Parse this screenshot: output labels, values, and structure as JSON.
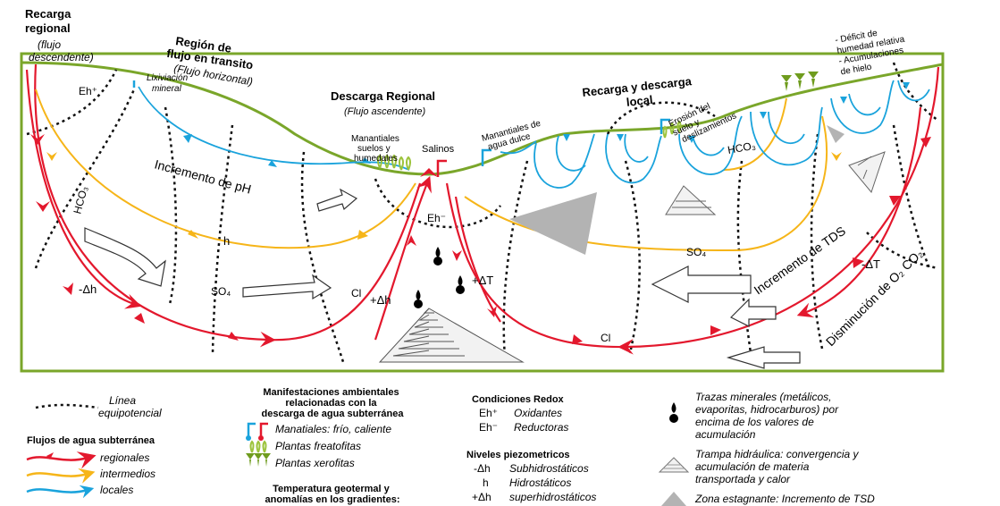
{
  "labels": {
    "recarga_regional": [
      "Recarga",
      "regional"
    ],
    "flujo_descendente": [
      "(flujo",
      "descendente)"
    ],
    "region_transito": [
      "Región de",
      "flujo en transito"
    ],
    "flujo_horizontal": "(Flujo horizontal)",
    "lixiviacion": [
      "Lixiviación",
      "mineral"
    ],
    "descarga_regional": "Descarga Regional",
    "flujo_ascendente": "(Flujo ascendente)",
    "manantiales_suelos": [
      "Manantiales",
      "suelos y",
      "humedales"
    ],
    "salinos": "Salinos",
    "manantiales_agua_dulce": [
      "Manantiales de",
      "agua dulce"
    ],
    "recarga_descarga_local": [
      "Recarga y descarga",
      "local"
    ],
    "erosion": [
      "Erosión del",
      "suelo y",
      "deslizamientos"
    ],
    "deficit": [
      "- Déficit de",
      "humedad relativa",
      "- Acumulaciones",
      "de hielo"
    ],
    "eh_plus": "Eh⁺",
    "eh_minus": "Eh⁻",
    "hco3_left": "HCO₃",
    "hco3_right": "HCO₃",
    "incremento_ph": "Incremento de pH",
    "h": "h",
    "minus_dh": "-Δh",
    "so4_left": "SO₄",
    "so4_right": "SO₄",
    "cl_mid": "Cl",
    "cl_bottom": "Cl",
    "plus_dh": "+Δh",
    "plus_dt": "+ΔT",
    "minus_dt": "-ΔT",
    "incremento_tds": "Incremento de TDS",
    "disminucion": "Disminución de O₂ CO₂"
  },
  "legend": {
    "linea_1": "Línea",
    "linea_2": "equipotencial",
    "flujos_title": "Flujos de agua subterránea",
    "regionales": "regionales",
    "intermedios": "intermedios",
    "locales": "locales",
    "manif_title": [
      "Manifestaciones ambientales",
      "relacionadas con la",
      "descarga de agua subterránea"
    ],
    "manantiales": "Manatiales: frío, caliente",
    "freatofitas": "Plantas freatofitas",
    "xerofitas": "Plantas xerofitas",
    "temp_title": [
      "Temperatura geotermal y",
      "anomalías en los gradientes:"
    ],
    "redox_title": "Condiciones Redox",
    "eh_plus": "Eh⁺",
    "oxidantes": "Oxidantes",
    "eh_minus": "Eh⁻",
    "reductoras": "Reductoras",
    "niveles_title": "Niveles piezometricos",
    "minus_dh": "-Δh",
    "subhidro": "Subhidrostáticos",
    "h": "h",
    "hidro": "Hidrostáticos",
    "plus_dh": "+Δh",
    "superhidro": "superhidrostáticos",
    "trazas": [
      "Trazas minerales (metálicos,",
      "evaporitas, hidrocarburos) por",
      "encima de los valores de",
      "acumulación"
    ],
    "trampa": [
      "Trampa hidráulica: convergencia y",
      "acumulación de materia",
      "transportada y calor"
    ],
    "zona": "Zona estagnante: Incremento de TSD"
  },
  "colors": {
    "regional": "#e3182d",
    "intermediate": "#f6b519",
    "local": "#1aa3dc",
    "ground": "#7aa62a",
    "plant": "#9cc33b",
    "xero": "#6f9c1e",
    "stagnant": "#b3b3b3"
  }
}
